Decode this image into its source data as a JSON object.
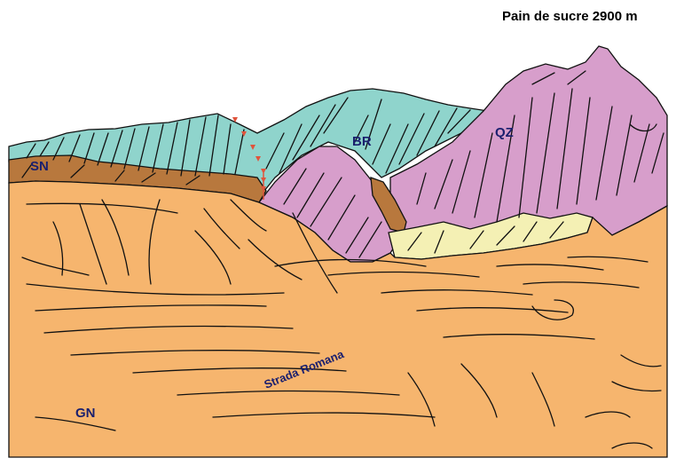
{
  "peak_label": "Pain de sucre 2900 m",
  "units": {
    "sn": "SN",
    "br": "BR",
    "qz": "QZ",
    "gn": "GN"
  },
  "road_label": "Strada Romana",
  "colors": {
    "gn": "#f6b56e",
    "sn": "#b8783d",
    "br": "#8fd4cc",
    "qz": "#d79ecb",
    "yellow": "#f4f0b4",
    "fault": "#e0543c"
  }
}
